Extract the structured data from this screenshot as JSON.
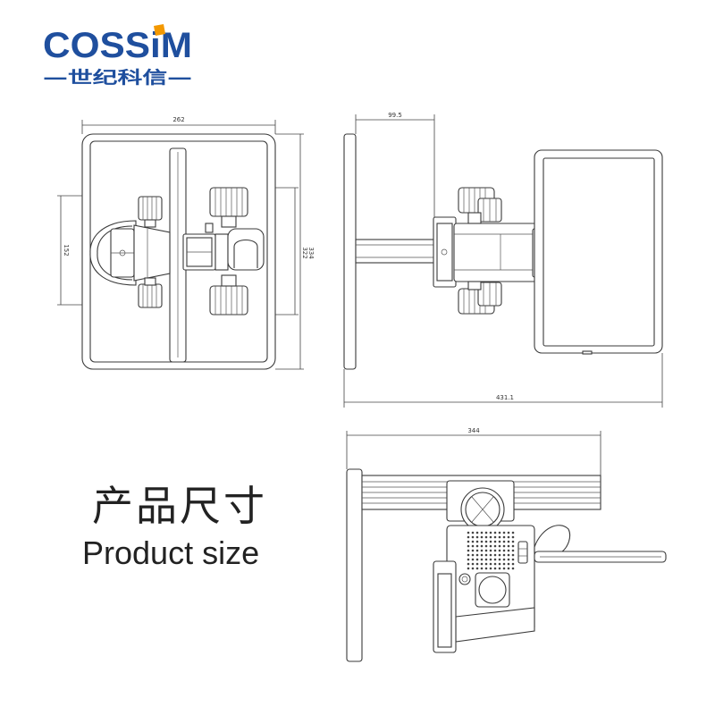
{
  "brand": {
    "logo_text": "COSSiM",
    "tagline": "—世纪科信—",
    "primary_color": "#1f4f9e",
    "accent_color": "#f39800"
  },
  "caption": {
    "title_cn": "产品尺寸",
    "title_en": "Product size"
  },
  "dimensions": {
    "top_view": {
      "width": "262",
      "left_height": "152",
      "right_height_a": "322",
      "right_height_b": "334"
    },
    "side_view": {
      "arm_offset": "99.5",
      "total_depth": "431.1"
    },
    "bottom_view": {
      "width": "344"
    }
  }
}
